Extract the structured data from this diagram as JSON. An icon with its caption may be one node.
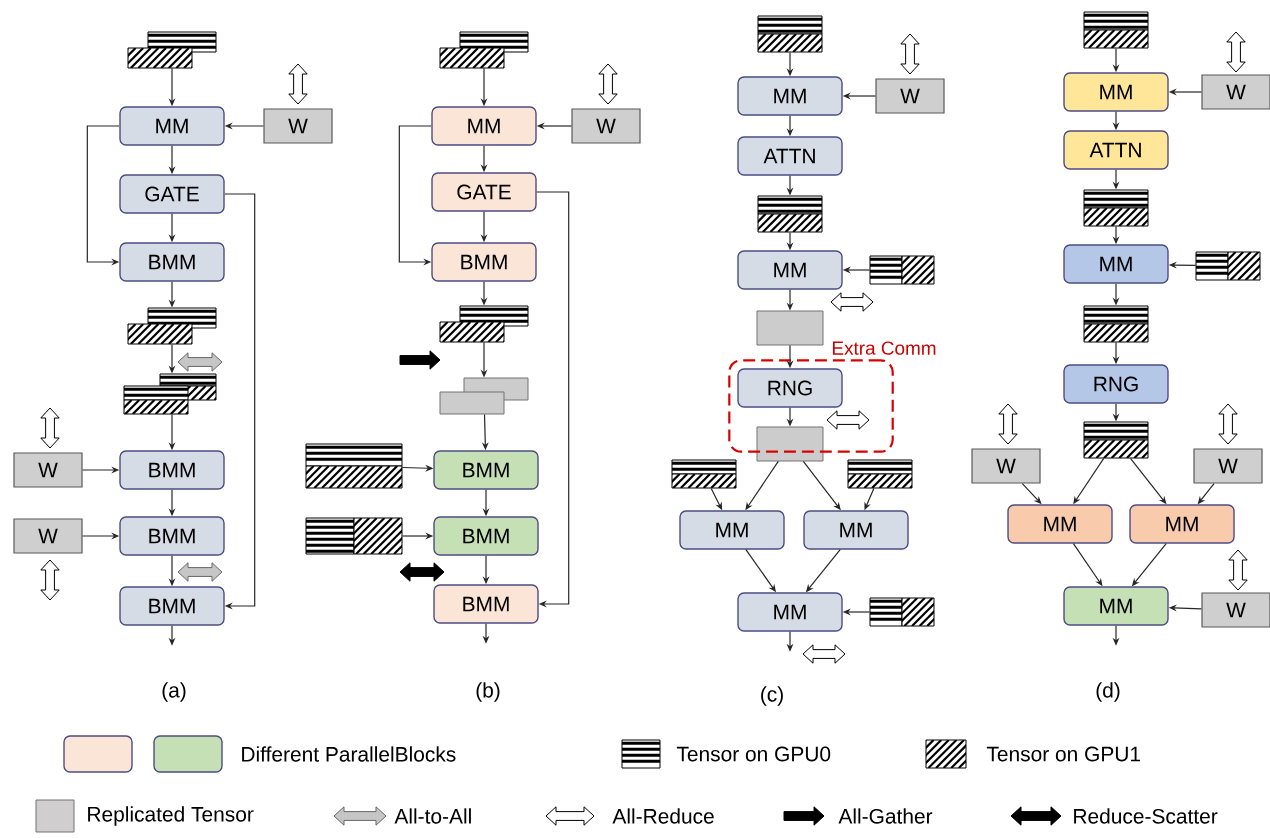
{
  "diagram": {
    "nodes": [
      {
        "text": [],
        "shape": "box"
      },
      {
        "text": [
          "MM"
        ]
      },
      {
        "text": [
          "W"
        ]
      },
      {
        "text": [
          "GATE"
        ]
      },
      {
        "text": [
          "BMM"
        ]
      },
      {
        "text": [],
        "shape": "box"
      },
      {
        "text": [],
        "shape": "box"
      },
      {
        "text": [
          "W"
        ]
      },
      {
        "text": [
          "BMM"
        ]
      },
      {
        "text": [
          "W"
        ]
      },
      {
        "text": [
          "BMM"
        ]
      },
      {
        "text": [
          "BMM"
        ]
      },
      {
        "text": [],
        "shape": "box"
      },
      {
        "text": [
          "MM"
        ]
      },
      {
        "text": [
          "W"
        ]
      },
      {
        "text": [
          "GATE"
        ]
      },
      {
        "text": [
          "BMM"
        ]
      },
      {
        "text": [],
        "shape": "box"
      },
      {
        "text": [],
        "shape": "box"
      },
      {
        "text": [],
        "shape": "box"
      },
      {
        "text": [
          "BMM"
        ]
      },
      {
        "text": [],
        "shape": "box"
      },
      {
        "text": [
          "BMM"
        ]
      },
      {
        "text": [
          "BMM"
        ]
      },
      {
        "text": [],
        "shape": "box"
      },
      {
        "text": [
          "MM"
        ]
      },
      {
        "text": [
          "W"
        ]
      },
      {
        "text": [
          "ATTN"
        ]
      },
      {
        "text": [],
        "shape": "box"
      },
      {
        "text": [
          "MM"
        ]
      },
      {
        "text": [],
        "shape": "box"
      },
      {
        "text": [],
        "shape": "box"
      },
      {
        "text": [
          "Extra Comm"
        ]
      },
      {
        "text": [
          "RNG"
        ],
        "in": 32
      },
      {
        "text": [],
        "shape": "box"
      },
      {
        "text": [],
        "shape": "box"
      },
      {
        "text": [],
        "shape": "box"
      },
      {
        "text": [
          "MM"
        ]
      },
      {
        "text": [
          "MM"
        ]
      },
      {
        "text": [
          "MM"
        ]
      },
      {
        "text": [],
        "shape": "box"
      },
      {
        "text": [],
        "shape": "box"
      },
      {
        "text": [
          "MM"
        ]
      },
      {
        "text": [
          "W"
        ]
      },
      {
        "text": [
          "ATTN"
        ]
      },
      {
        "text": [],
        "shape": "box"
      },
      {
        "text": [
          "MM"
        ]
      },
      {
        "text": [],
        "shape": "box"
      },
      {
        "text": [],
        "shape": "box"
      },
      {
        "text": [
          "RNG"
        ]
      },
      {
        "text": [],
        "shape": "box"
      },
      {
        "text": [
          "W"
        ]
      },
      {
        "text": [
          "W"
        ]
      },
      {
        "text": [
          "MM"
        ]
      },
      {
        "text": [
          "MM"
        ]
      },
      {
        "text": [
          "MM"
        ]
      },
      {
        "text": [
          "W"
        ]
      }
    ],
    "edges": [
      {
        "from": 0,
        "to": 1,
        "arrow": "to"
      },
      {
        "from": 2,
        "to": 1,
        "arrow": "to"
      },
      {
        "from": 1,
        "to": 3,
        "arrow": "to"
      },
      {
        "from": 3,
        "to": 4,
        "arrow": "to"
      },
      {
        "from": 1,
        "to": 4,
        "arrow": "to"
      },
      {
        "from": 4,
        "to": 5,
        "arrow": "to"
      },
      {
        "from": 5,
        "to": 6,
        "arrow": "to"
      },
      {
        "from": 6,
        "to": 8,
        "arrow": "to"
      },
      {
        "from": 7,
        "to": 8,
        "arrow": "to"
      },
      {
        "from": 8,
        "to": 10,
        "arrow": "to"
      },
      {
        "from": 9,
        "to": 10,
        "arrow": "to"
      },
      {
        "from": 10,
        "to": 11,
        "arrow": "to"
      },
      {
        "from": 3,
        "to": 11,
        "arrow": "to"
      },
      {
        "from": 11,
        "to": null,
        "arrow": "to"
      },
      {
        "from": 12,
        "to": 13,
        "arrow": "to"
      },
      {
        "from": 14,
        "to": 13,
        "arrow": "to"
      },
      {
        "from": 13,
        "to": 15,
        "arrow": "to"
      },
      {
        "from": 15,
        "to": 16,
        "arrow": "to"
      },
      {
        "from": 13,
        "to": 16,
        "arrow": "to"
      },
      {
        "from": 16,
        "to": 17,
        "arrow": "to"
      },
      {
        "from": 17,
        "to": 18,
        "arrow": "to"
      },
      {
        "from": 18,
        "to": 20,
        "arrow": "to"
      },
      {
        "from": 19,
        "to": 20,
        "arrow": "to"
      },
      {
        "from": 20,
        "to": 22,
        "arrow": "to"
      },
      {
        "from": 21,
        "to": 22,
        "arrow": "to"
      },
      {
        "from": 22,
        "to": 23,
        "arrow": "to"
      },
      {
        "from": 15,
        "to": 23,
        "arrow": "to"
      },
      {
        "from": 23,
        "to": null,
        "arrow": "to"
      },
      {
        "from": 24,
        "to": 25,
        "arrow": "to"
      },
      {
        "from": 26,
        "to": 25,
        "arrow": "to"
      },
      {
        "from": 25,
        "to": 27,
        "arrow": "to"
      },
      {
        "from": 27,
        "to": 28,
        "arrow": "to"
      },
      {
        "from": 28,
        "to": 29,
        "arrow": "to"
      },
      {
        "from": 30,
        "to": 29,
        "arrow": "to"
      },
      {
        "from": 29,
        "to": 31,
        "arrow": "to"
      },
      {
        "from": 31,
        "to": 33,
        "arrow": "to"
      },
      {
        "from": 33,
        "to": 34,
        "arrow": "to"
      },
      {
        "from": 34,
        "to": 37,
        "arrow": "to"
      },
      {
        "from": 34,
        "to": 38,
        "arrow": "to"
      },
      {
        "from": 35,
        "to": 37,
        "arrow": "to"
      },
      {
        "from": 36,
        "to": 38,
        "arrow": "to"
      },
      {
        "from": 37,
        "to": 39,
        "arrow": "to"
      },
      {
        "from": 38,
        "to": 39,
        "arrow": "to"
      },
      {
        "from": 40,
        "to": 39,
        "arrow": "to"
      },
      {
        "from": 39,
        "to": null,
        "arrow": "to"
      },
      {
        "from": 41,
        "to": 42,
        "arrow": "to"
      },
      {
        "from": 43,
        "to": 42,
        "arrow": "to"
      },
      {
        "from": 42,
        "to": 44,
        "arrow": "to"
      },
      {
        "from": 44,
        "to": 45,
        "arrow": "to"
      },
      {
        "from": 45,
        "to": 46,
        "arrow": "to"
      },
      {
        "from": 47,
        "to": 46,
        "arrow": "to"
      },
      {
        "from": 46,
        "to": 48,
        "arrow": "to"
      },
      {
        "from": 48,
        "to": 49,
        "arrow": "to"
      },
      {
        "from": 49,
        "to": 50,
        "arrow": "to"
      },
      {
        "from": 50,
        "to": 53,
        "arrow": "to"
      },
      {
        "from": 50,
        "to": 54,
        "arrow": "to"
      },
      {
        "from": 51,
        "to": 53,
        "arrow": "to"
      },
      {
        "from": 52,
        "to": 54,
        "arrow": "to"
      },
      {
        "from": 53,
        "to": 55,
        "arrow": "to"
      },
      {
        "from": 54,
        "to": 55,
        "arrow": "to"
      },
      {
        "from": 56,
        "to": 55,
        "arrow": "to"
      },
      {
        "from": 55,
        "to": null,
        "arrow": "to"
      }
    ],
    "labels": [
      "(a)",
      "(b)",
      "(c)",
      "(d)"
    ],
    "legend": [
      {
        "text": "Different ParallelBlocks",
        "color": "#fbe5d6"
      },
      {
        "text": "Tensor on GPU0"
      },
      {
        "text": "Tensor on GPU1"
      },
      {
        "text": "Replicated Tensor",
        "color": "#d0cece"
      },
      {
        "text": "All-to-All"
      },
      {
        "text": "All-Reduce"
      },
      {
        "text": "All-Gather"
      },
      {
        "text": "Reduce-Scatter"
      }
    ]
  }
}
